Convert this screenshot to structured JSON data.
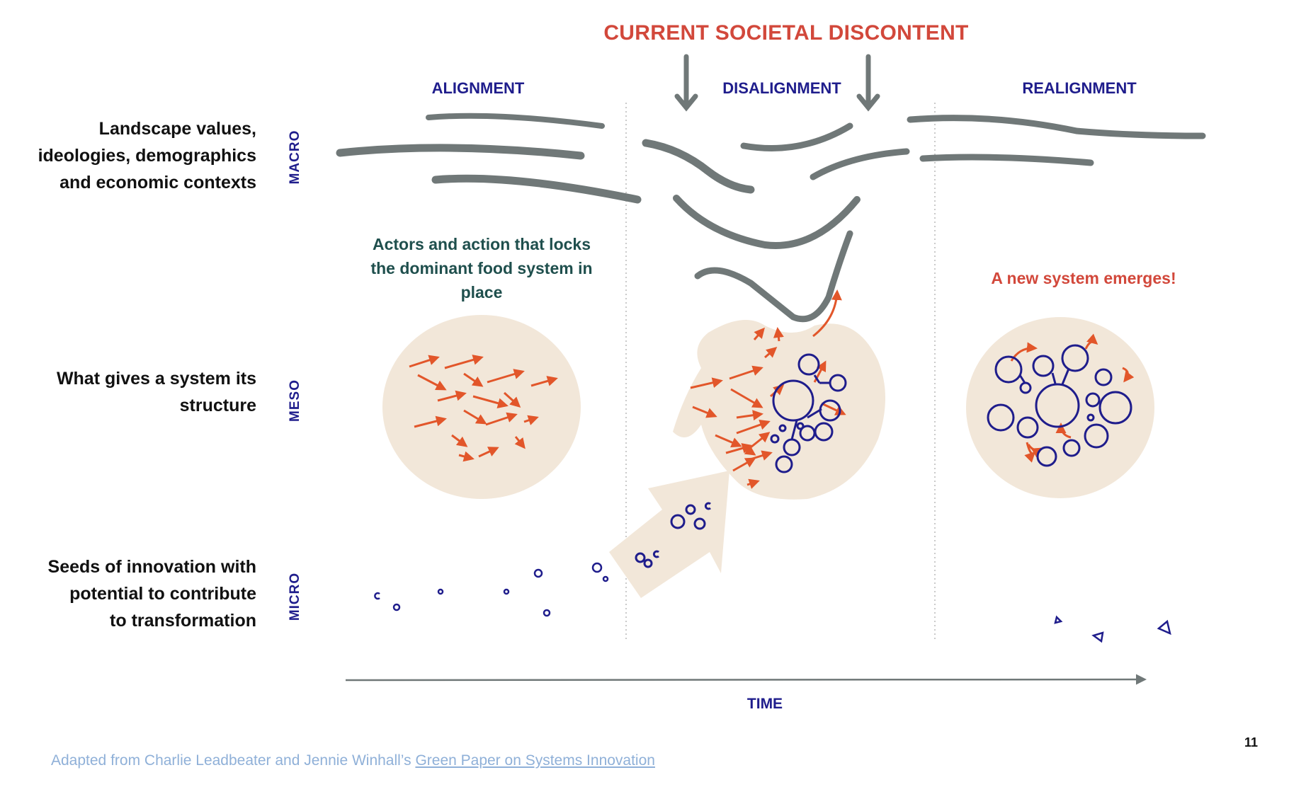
{
  "header": {
    "discontent": "CURRENT SOCIETAL DISCONTENT"
  },
  "phases": {
    "alignment": "ALIGNMENT",
    "disalignment": "DISALIGNMENT",
    "realignment": "REALIGNMENT"
  },
  "levels": {
    "macro": "MACRO",
    "meso": "MESO",
    "micro": "MICRO"
  },
  "row_labels": {
    "macro": [
      "Landscape values,",
      "ideologies, demographics",
      "and economic contexts"
    ],
    "meso": [
      "What gives a system its",
      "structure"
    ],
    "micro": [
      "Seeds of innovation with",
      "potential to contribute",
      "to transformation"
    ]
  },
  "notes": {
    "lockin": [
      "Actors and action that locks",
      "the dominant food system in",
      "place"
    ],
    "emerges": "A new system emerges!"
  },
  "axis": {
    "time": "TIME"
  },
  "footer": {
    "source_prefix": "Adapted from Charlie Leadbeater and Jennie Winhall’s ",
    "source_link": "Green Paper on Systems Innovation",
    "page_number": "11"
  },
  "colors": {
    "accent_red": "#d2483b",
    "navy": "#1f1d8c",
    "teal": "#1f4f4d",
    "orange": "#e2562a",
    "blob": "#f2e7d9",
    "stroke_gray": "#707878",
    "source_blue": "#8fb0d8"
  },
  "icons": [
    "down-arrow-icon",
    "time-arrow-icon"
  ]
}
